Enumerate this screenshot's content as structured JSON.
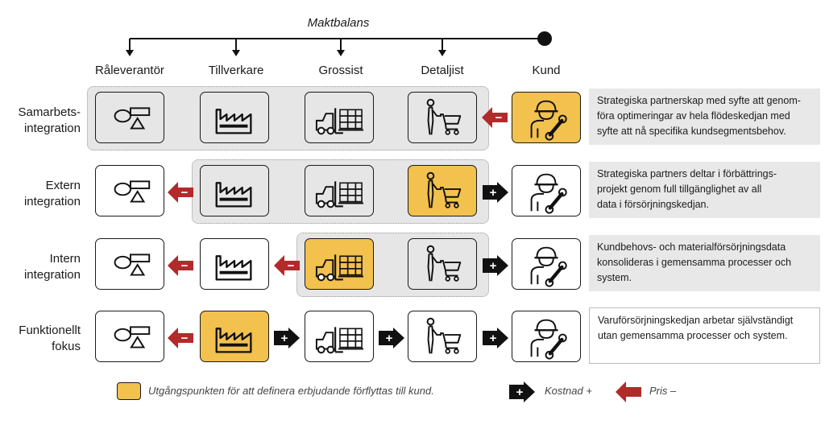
{
  "title": "Maktbalans",
  "columns": [
    "Råleverantör",
    "Tillverkare",
    "Grossist",
    "Detaljist",
    "Kund"
  ],
  "rows": [
    {
      "label_line1": "Samarbets-",
      "label_line2": "integration",
      "description": [
        "Strategiska partnerskap med syfte att genom-",
        "föra optimeringar av hela flödeskedjan med",
        "syfte att nå specifika kundsegmentsbehov."
      ]
    },
    {
      "label_line1": "Extern",
      "label_line2": "integration",
      "description": [
        "Strategiska partners deltar i förbättrings-",
        "projekt genom full tillgänglighet av all",
        "data i försörjningskedjan."
      ]
    },
    {
      "label_line1": "Intern",
      "label_line2": "integration",
      "description": [
        "Kundbehovs- och materialförsörjningsdata",
        "konsolideras i gemensamma processer och",
        "system."
      ]
    },
    {
      "label_line1": "Funktionellt",
      "label_line2": "fokus",
      "description": [
        "Varuförsörjningskedjan arbetar självständigt",
        "utan gemensamma processer och system."
      ]
    }
  ],
  "legend": {
    "yellow_text": "Utgångspunkten för att definera erbjudande förflyttas till kund.",
    "cost_text": "Kostnad +",
    "price_text": "Pris –",
    "plus_symbol": "+",
    "minus_symbol": "−"
  },
  "colors": {
    "highlight": "#f2c14e",
    "price_arrow": "#b22a2a",
    "cost_arrow": "#111111",
    "band": "#e6e6e6"
  },
  "icons": [
    "material-shapes-icon",
    "factory-icon",
    "forklift-pallet-icon",
    "shopper-cart-icon",
    "worker-wrench-icon"
  ]
}
